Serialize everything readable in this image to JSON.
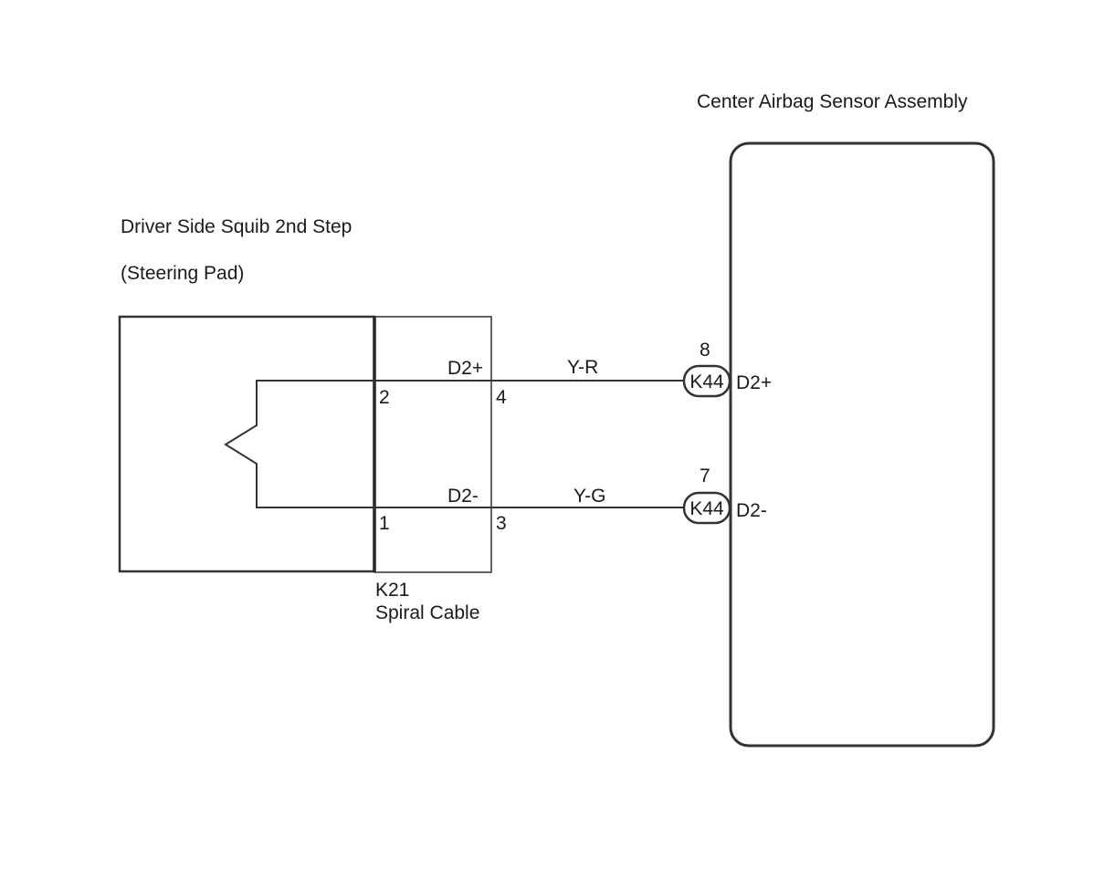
{
  "sensor_assembly": {
    "title": "Center Airbag Sensor Assembly"
  },
  "squib": {
    "title_line1": "Driver Side Squib 2nd Step",
    "title_line2": "(Steering Pad)"
  },
  "spiral_cable": {
    "connector_id": "K21",
    "name": "Spiral Cable",
    "pin_top_left": "2",
    "pin_top_right": "4",
    "pin_bottom_left": "1",
    "pin_bottom_right": "3",
    "signal_top": "D2+",
    "signal_bottom": "D2-"
  },
  "wires": [
    {
      "color_code": "Y-R"
    },
    {
      "color_code": "Y-G"
    }
  ],
  "sensor_pins": [
    {
      "pin": "8",
      "connector": "K44",
      "signal": "D2+"
    },
    {
      "pin": "7",
      "connector": "K44",
      "signal": "D2-"
    }
  ]
}
